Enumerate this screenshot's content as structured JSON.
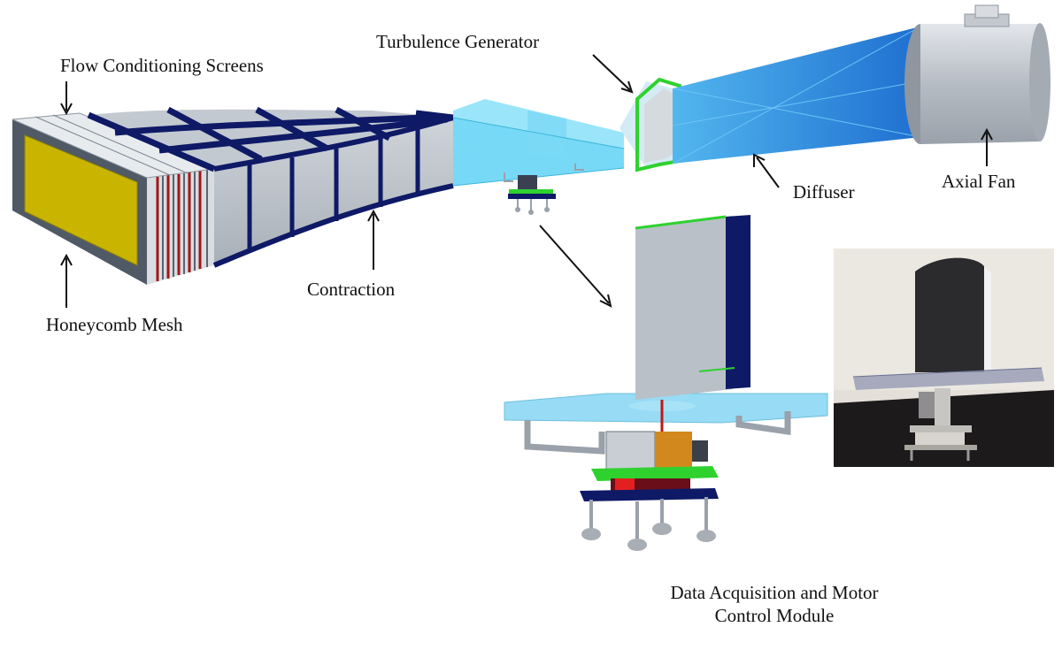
{
  "labels": {
    "flow_conditioning_screens": "Flow Conditioning Screens",
    "turbulence_generator": "Turbulence Generator",
    "honeycomb_mesh": "Honeycomb Mesh",
    "contraction": "Contraction",
    "diffuser": "Diffuser",
    "axial_fan": "Axial Fan",
    "daq_line1": "Data Acquisition and Motor",
    "daq_line2": "Control Module"
  },
  "colors": {
    "frame_navy": "#0e1a66",
    "steel_gray": "#b9c0c8",
    "honeycomb_yellow": "#c9b400",
    "test_section_cyan": "#5fd2f4",
    "diffuser_blue": "#2e8ad8",
    "fan_gray": "#c7ccd2",
    "screen_red": "#a01818",
    "plate_green": "#2fd12f",
    "motor_orange": "#d3881e"
  }
}
